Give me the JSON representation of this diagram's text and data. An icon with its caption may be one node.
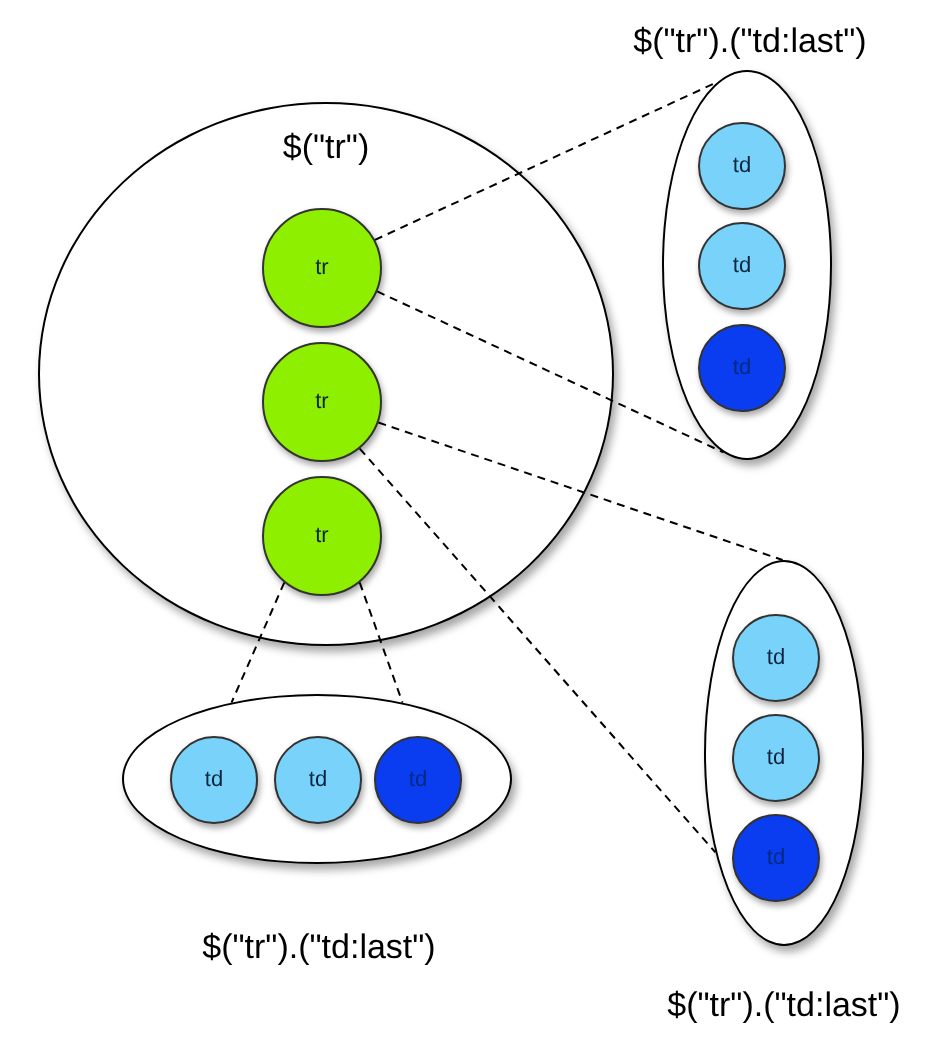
{
  "diagram": {
    "nodes": [
      {
        "text": [
          "$(\"tr\")"
        ]
      },
      {
        "text": [
          "tr"
        ],
        "in": 0
      },
      {
        "text": [
          "tr"
        ],
        "in": 0
      },
      {
        "text": [
          "tr"
        ],
        "in": 0
      },
      {
        "text": [
          "$(\"tr\").(\"td:last\")"
        ]
      },
      {
        "text": [
          "td"
        ],
        "in": 4
      },
      {
        "text": [
          "td"
        ],
        "in": 4
      },
      {
        "text": [
          "td"
        ],
        "in": 4
      },
      {
        "text": [
          "$(\"tr\").(\"td:last\")"
        ]
      },
      {
        "text": [
          "td"
        ],
        "in": 8
      },
      {
        "text": [
          "td"
        ],
        "in": 8
      },
      {
        "text": [
          "td"
        ],
        "in": 8
      },
      {
        "text": [
          "$(\"tr\").(\"td:last\")"
        ]
      },
      {
        "text": [
          "td"
        ],
        "in": 12
      },
      {
        "text": [
          "td"
        ],
        "in": 12
      },
      {
        "text": [
          "td"
        ],
        "in": 12
      }
    ],
    "edges": [
      {
        "from": 1,
        "to": 4,
        "arrow": "none",
        "style": "dashed"
      },
      {
        "from": 1,
        "to": 4,
        "arrow": "none",
        "style": "dashed"
      },
      {
        "from": 2,
        "to": 12,
        "arrow": "none",
        "style": "dashed"
      },
      {
        "from": 2,
        "to": 12,
        "arrow": "none",
        "style": "dashed"
      },
      {
        "from": 3,
        "to": 8,
        "arrow": "none",
        "style": "dashed"
      },
      {
        "from": 3,
        "to": 8,
        "arrow": "none",
        "style": "dashed"
      }
    ]
  }
}
